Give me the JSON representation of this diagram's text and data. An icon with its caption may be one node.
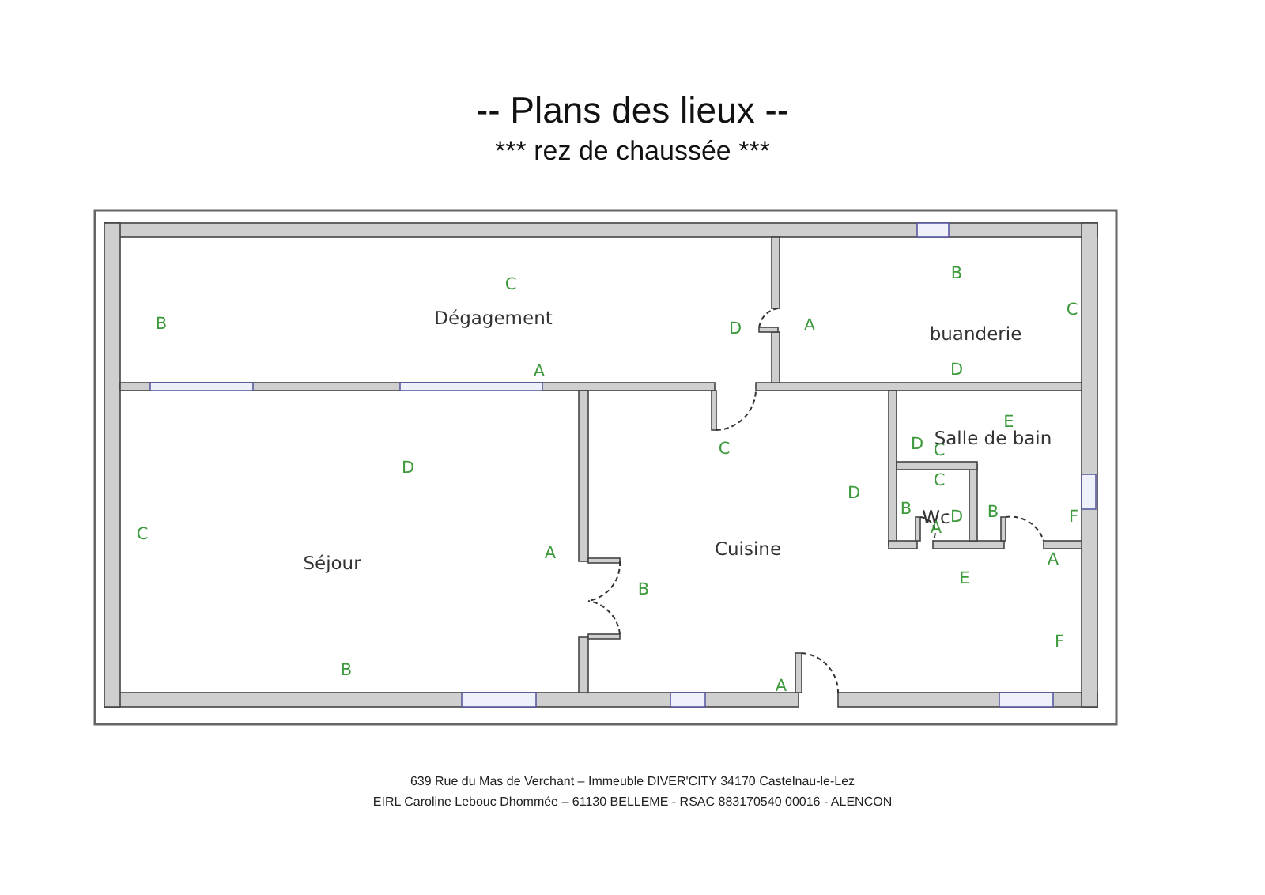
{
  "diagram": {
    "title": "-- Plans des lieux --",
    "nodes": [
      {
        "text": [
          "Dégagement"
        ]
      },
      {
        "text": [
          "buanderie"
        ]
      },
      {
        "text": [
          "Salle de bain"
        ]
      },
      {
        "text": [
          "Wc"
        ]
      },
      {
        "text": [
          "Cuisine"
        ]
      },
      {
        "text": [
          "Séjour"
        ]
      }
    ],
    "edges": [],
    "labels": [
      "*** rez de chaussée ***",
      "B",
      "C",
      "C",
      "B",
      "A",
      "D",
      "A",
      "D",
      "E",
      "D",
      "C",
      "C",
      "C",
      "D",
      "D",
      "B",
      "B",
      "D",
      "F",
      "C",
      "A",
      "A",
      "A",
      "E",
      "B",
      "F",
      "B",
      "A",
      "639 Rue du Mas de Verchant – Immeuble DIVER'CITY 34170 Castelnau-le-Lez",
      "EIRL Caroline Lebouc Dhommée – 61130 BELLEME - RSAC 883170540 00016 - ALENCON"
    ]
  }
}
